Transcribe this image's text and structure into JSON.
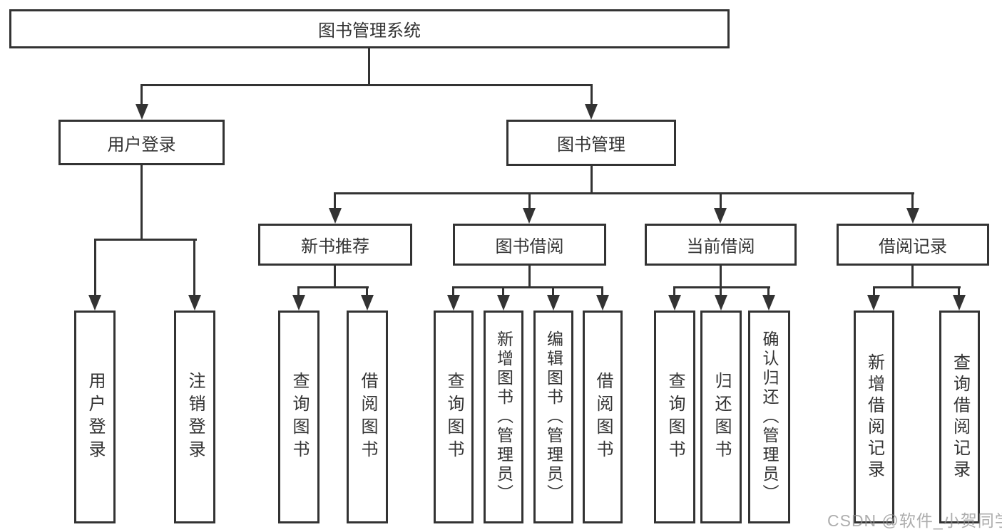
{
  "colors": {
    "background": "#ffffff",
    "line": "#333333",
    "box_border": "#333333",
    "box_fill": "#ffffff",
    "text": "#333333",
    "watermark": "#8e8e8e"
  },
  "watermark": {
    "text": "CSDN @软件_小贺同学"
  },
  "diagram": {
    "root": {
      "label": "图书管理系统"
    },
    "branches": {
      "user_login": {
        "label": "用户登录",
        "leaves": [
          "用户登录",
          "注销登录"
        ]
      },
      "book_management": {
        "label": "图书管理",
        "sections": {
          "new_book_recommend": {
            "label": "新书推荐",
            "leaves": [
              "查询图书",
              "借阅图书"
            ]
          },
          "book_borrowing": {
            "label": "图书借阅",
            "leaves": [
              "查询图书",
              "新增图书（管理员）",
              "编辑图书（管理员）",
              "借阅图书"
            ]
          },
          "current_borrowing": {
            "label": "当前借阅",
            "leaves": [
              "查询图书",
              "归还图书",
              "确认归还（管理员）"
            ]
          },
          "borrowing_records": {
            "label": "借阅记录",
            "leaves": [
              "新增借阅记录",
              "查询借阅记录"
            ]
          }
        }
      }
    }
  }
}
